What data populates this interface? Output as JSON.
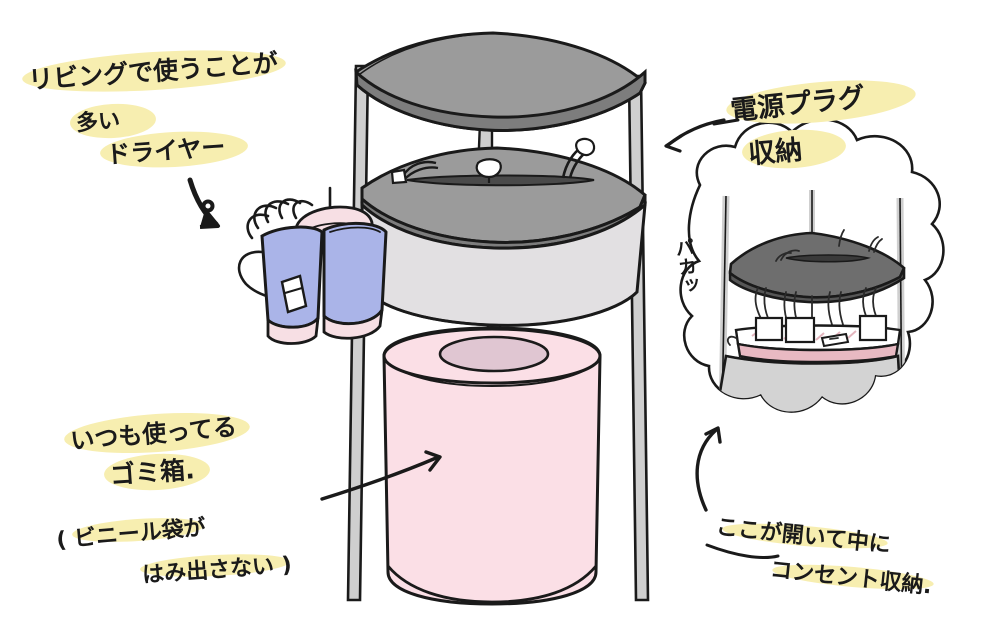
{
  "image": {
    "kind": "hand-drawn-illustration",
    "title_absent": true,
    "background_color": "#ffffff"
  },
  "palette": {
    "ink": "#1a1a1a",
    "highlighter_yellow": "#f7eeb0",
    "shelf_top_gray": "#9b9b9b",
    "shelf_dark_gray": "#6e6e6e",
    "shelf_body_light": "#e2e0e2",
    "leg_gray": "#cfcfcf",
    "trash_pink": "#fbdfe6",
    "trash_pink_dark": "#e8c8d4",
    "dryer_blue": "#aab4e8",
    "dryer_pink": "#f7dfe4",
    "cord_white": "#ffffff",
    "power_strip_pink": "#e8b9c2",
    "faded_pink": "#f6dbe3"
  },
  "annotations": [
    {
      "id": "note-dryer",
      "position": "top-left",
      "highlight": true,
      "lines": [
        "リビングで使うことが",
        "多い",
        "ドライヤー"
      ],
      "arrow": "curved-arrow-down-right",
      "points_to": "hairdryer"
    },
    {
      "id": "note-plug-storage",
      "position": "top-right",
      "highlight": true,
      "lines": [
        "電源プラグ",
        "収納"
      ],
      "arrow": "arrow-left",
      "points_to": "shelf-middle-top"
    },
    {
      "id": "note-trash",
      "position": "bottom-left",
      "highlight": true,
      "lines": [
        "いつも使ってる",
        "ゴミ箱."
      ],
      "sub_lines": [
        "( ビニール袋が",
        "はみ出さない )"
      ],
      "arrow": "arrow-right",
      "points_to": "trash-can"
    },
    {
      "id": "note-opens",
      "position": "bottom-right",
      "highlight": true,
      "lines": [
        "ここが開いて中に",
        "コンセント収納."
      ],
      "arrow": "curved-arrow-up",
      "points_to": "detail-shelf"
    },
    {
      "id": "sfx-open",
      "position": "detail-left",
      "highlight": false,
      "lines": [
        "パカッ"
      ]
    }
  ],
  "objects": {
    "main_unit": {
      "name": "corner-shelf-rack",
      "shelves": 2,
      "legs": 3,
      "top_shelf_color": "#9b9b9b",
      "middle_shelf_color": "#9b9b9b",
      "body_color": "#e2e0e2",
      "has_cord_slot": true
    },
    "hairdryer": {
      "name": "hairdryer",
      "body_color": "#aab4e8",
      "accent_color": "#f7dfe4",
      "hangs_on": "front-left-leg",
      "has_coiled_cord": true
    },
    "trash_can": {
      "name": "trash-can",
      "color": "#fbdfe6",
      "lid_color": "#e8c8d4",
      "shape": "cylinder"
    },
    "detail_callout": {
      "name": "cloud-callout-detail",
      "shape": "cloud",
      "shows": "shelf lid lifted open revealing power strip",
      "power_strip_color": "#e8b9c2",
      "plug_count": 3,
      "faded_trash_can": true
    }
  }
}
